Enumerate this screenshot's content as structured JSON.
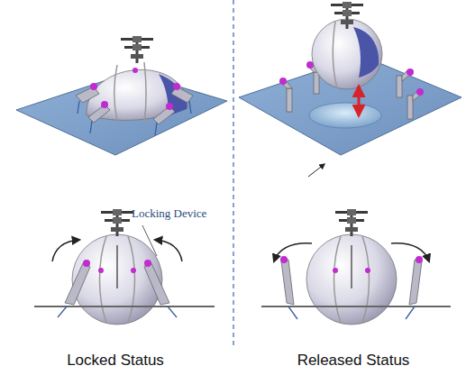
{
  "diagram": {
    "labels": [
      "Locking Device",
      "Locked Status",
      "Released Status"
    ]
  }
}
